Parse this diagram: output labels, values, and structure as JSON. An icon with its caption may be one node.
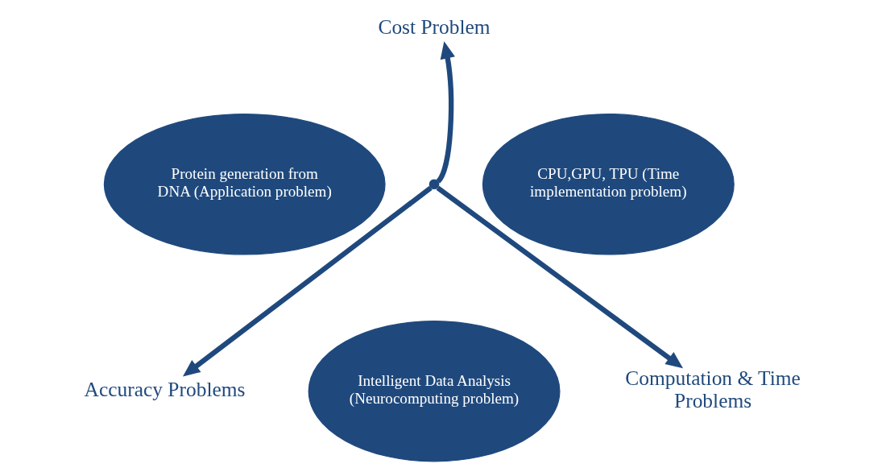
{
  "diagram": {
    "nodes": [
      {
        "text": [
          "Cost Problem"
        ]
      },
      {
        "text": [
          "Protein generation from DNA (Application problem)"
        ]
      },
      {
        "text": [
          "CPU,GPU, TPU (Time implementation problem)"
        ]
      },
      {
        "text": [
          "Intelligent Data Analysis (Neurocomputing problem)"
        ]
      },
      {
        "text": [
          "Accuracy Problems"
        ]
      },
      {
        "text": [
          "Computation & Time Problems"
        ]
      },
      {
        "text": [],
        "shape": "circle"
      }
    ],
    "edges": [
      {
        "from": 6,
        "to": 0,
        "arrow": "to"
      },
      {
        "from": 6,
        "to": 4,
        "arrow": "to"
      },
      {
        "from": 6,
        "to": 5,
        "arrow": "to"
      }
    ]
  }
}
